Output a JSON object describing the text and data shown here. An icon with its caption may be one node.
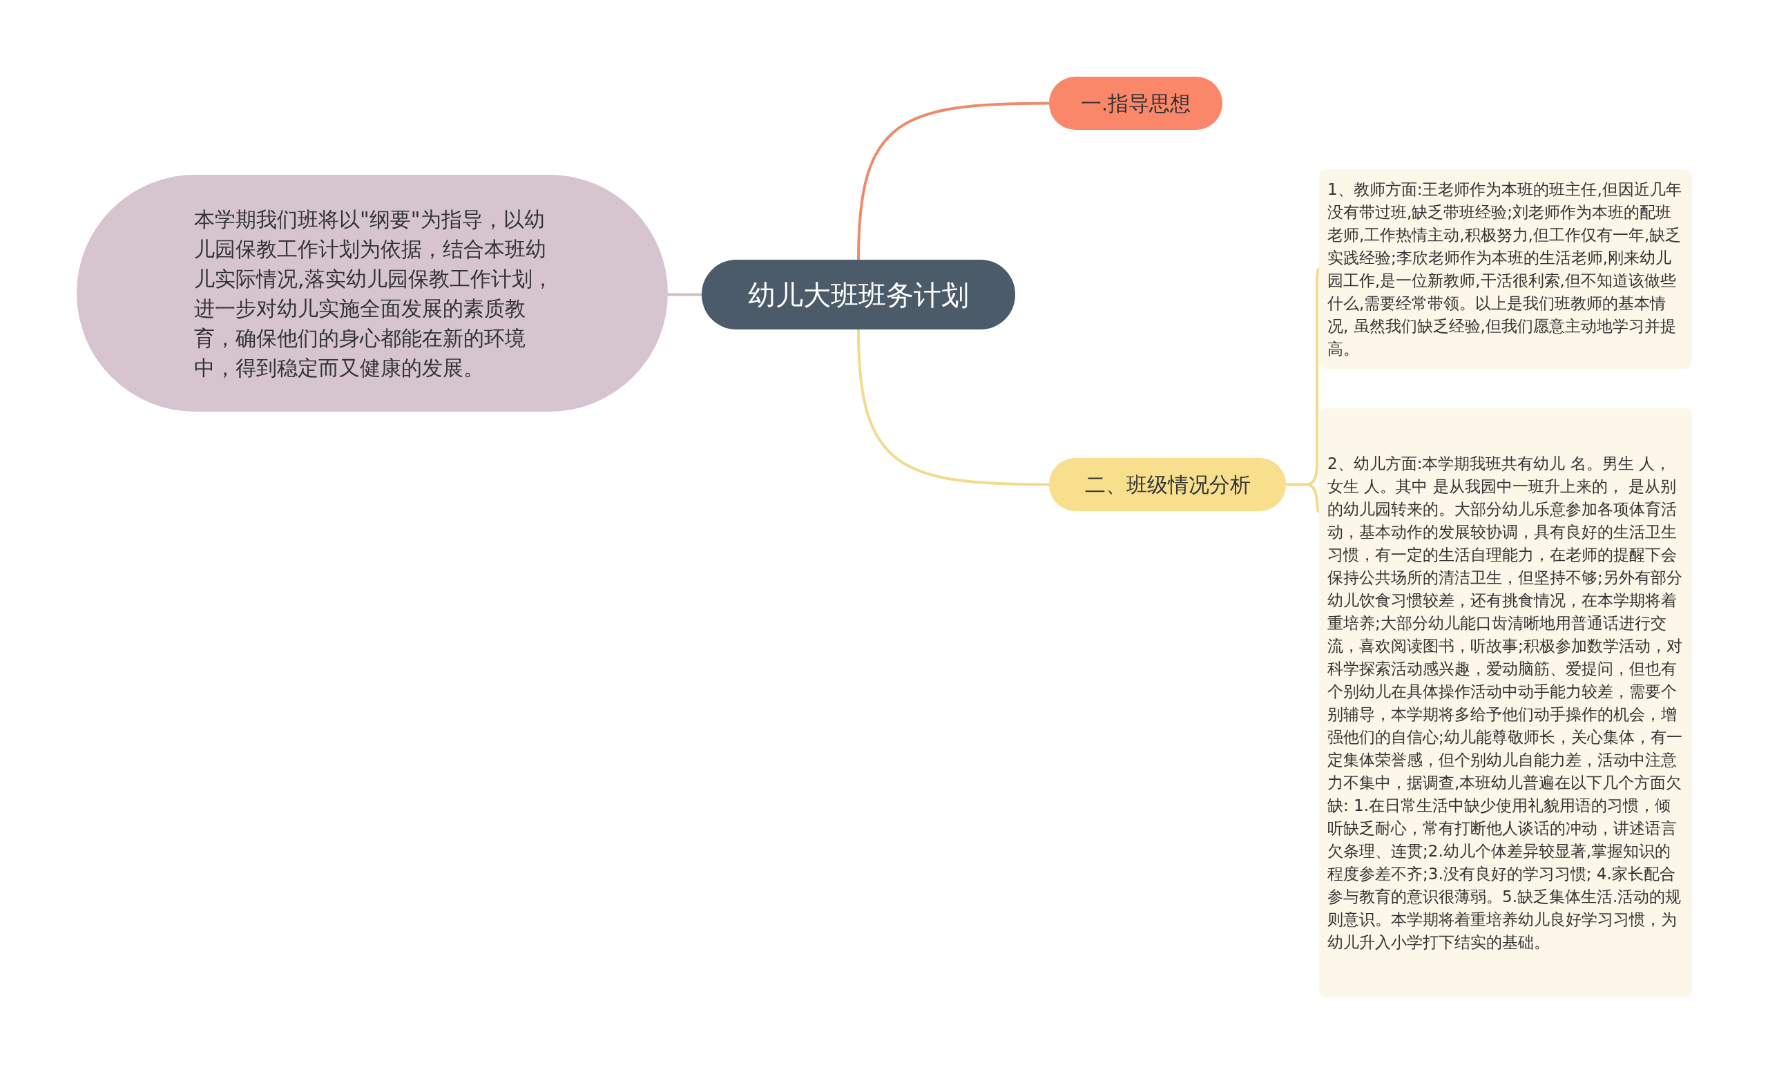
{
  "diagram": {
    "nodes": [
      {
        "text": [
          "幼儿大班班务计划"
        ]
      },
      {
        "text": [
          "一.指导思想"
        ]
      },
      {
        "text": [
          "二、班级情况分析"
        ]
      },
      {
        "text": [
          "本学期我们班将以\"纲要\"为指导，以幼儿园保教工作计划为依据，结合本班幼儿实际情况,落实幼儿园保教工作计划，进一步对幼儿实施全面发展的素质教育，确保他们的身心都能在新的环境中，得到稳定而又健康的发展。"
        ]
      },
      {
        "text": [
          "1、教师方面:王老师作为本班的班主任,但因近几年没有带过班,缺乏带班经验;刘老师作为本班的配班老师,工作热情主动,积极努力,但工作仅有一年,缺乏实践经验;李欣老师作为本班的生活老师,刚来幼儿园工作,是一位新教师,干活很利索,但不知道该做些什么,需要经常带领。以上是我们班教师的基本情况, 虽然我们缺乏经验,但我们愿意主动地学习并提高。"
        ]
      },
      {
        "text": [
          "2、幼儿方面:本学期我班共有幼儿 名。男生 人，女生 人。其中 是从我园中一班升上来的， 是从别的幼儿园转来的。大部分幼儿乐意参加各项体育活动，基本动作的发展较协调，具有良好的生活卫生习惯，有一定的生活自理能力，在老师的提醒下会保持公共场所的清洁卫生，但坚持不够;另外有部分幼儿饮食习惯较差，还有挑食情况，在本学期将着重培养;大部分幼儿能口齿清晰地用普通话进行交流，喜欢阅读图书，听故事;积极参加数学活动，对科学探索活动感兴趣，爱动脑筋、爱提问，但也有个别幼儿在具体操作活动中动手能力较差，需要个别辅导，本学期将多给予他们动手操作的机会，增强他们的自信心;幼儿能尊敬师长，关心集体，有一定集体荣誉感，但个别幼儿自能力差，活动中注意力不集中，据调查,本班幼儿普遍在以下几个方面欠缺: 1.在日常生活中缺少使用礼貌用语的习惯，倾听缺乏耐心，常有打断他人谈话的冲动，讲述语言欠条理、连贯;2.幼儿个体差异较显著,掌握知识的程度参差不齐;3.没有良好的学习习惯; 4.家长配合参与教育的意识很薄弱。5.缺乏集体生活.活动的规则意识。本学期将着重培养幼儿良好学习习惯，为幼儿升入小学打下结实的基础。"
        ]
      }
    ],
    "edges": [
      {
        "from": 0,
        "to": 1,
        "arrow": "none",
        "color": "#ee8a6c"
      },
      {
        "from": 0,
        "to": 2,
        "arrow": "none",
        "color": "#f3db8c"
      },
      {
        "from": 0,
        "to": 3,
        "arrow": "none",
        "color": "#cdbfc8"
      },
      {
        "from": 2,
        "to": 4,
        "arrow": "none",
        "color": "#f3db8c"
      },
      {
        "from": 2,
        "to": 5,
        "arrow": "none",
        "color": "#f3db8c"
      }
    ]
  }
}
